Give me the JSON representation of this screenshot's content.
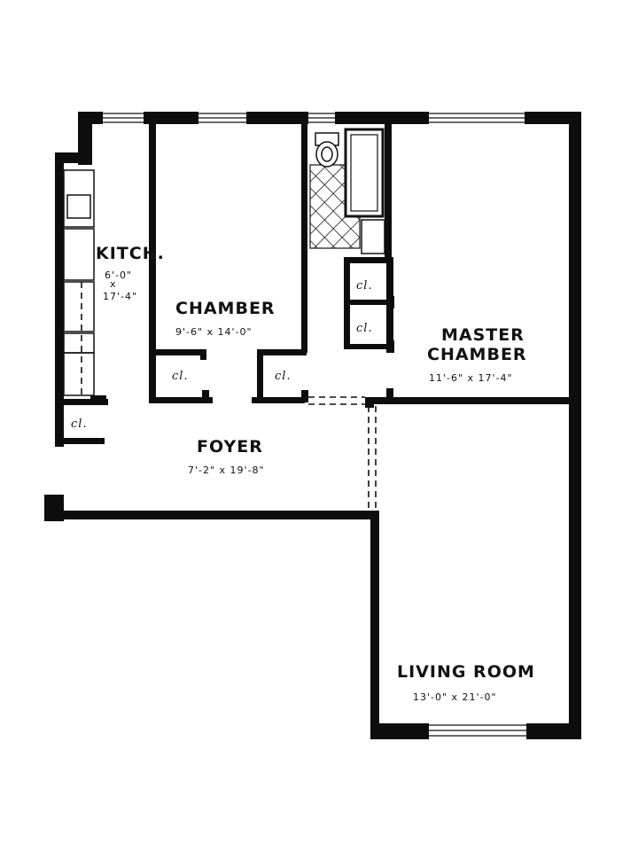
{
  "rooms": {
    "kitchen": {
      "name": "KITCH.",
      "dim_line1": "6'-0\"",
      "dim_sep": "x",
      "dim_line2": "17'-4\""
    },
    "chamber": {
      "name": "CHAMBER",
      "dims": "9'-6\" x 14'-0\""
    },
    "master": {
      "name_line1": "MASTER",
      "name_line2": "CHAMBER",
      "dims": "11'-6\" x 17'-4\""
    },
    "foyer": {
      "name": "FOYER",
      "dims": "7'-2\" x 19'-8\""
    },
    "living": {
      "name": "LIVING ROOM",
      "dims": "13'-0\" x 21'-0\""
    }
  },
  "closet_label": "cl.",
  "colors": {
    "wall": "#0d0d0d",
    "paper": "#ffffff"
  }
}
